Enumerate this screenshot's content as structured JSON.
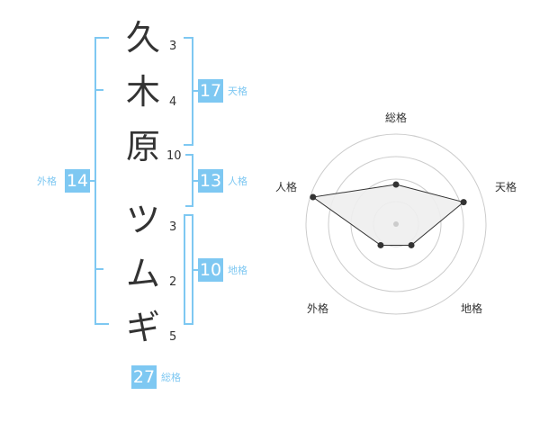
{
  "name_chars": [
    {
      "char": "久",
      "strokes": "3"
    },
    {
      "char": "木",
      "strokes": "4"
    },
    {
      "char": "原",
      "strokes": "10"
    },
    {
      "char": "ツ",
      "strokes": "3"
    },
    {
      "char": "ム",
      "strokes": "2"
    },
    {
      "char": "ギ",
      "strokes": "5"
    }
  ],
  "scores": {
    "tenkaku": {
      "value": "17",
      "label": "天格"
    },
    "jinkaku": {
      "value": "13",
      "label": "人格"
    },
    "chikaku": {
      "value": "10",
      "label": "地格"
    },
    "gaikaku": {
      "value": "14",
      "label": "外格"
    },
    "soukaku": {
      "value": "27",
      "label": "総格"
    }
  },
  "radar": {
    "labels": {
      "top": "総格",
      "right": "天格",
      "bottom_right": "地格",
      "bottom_left": "外格",
      "left": "人格"
    },
    "levels": 4,
    "values": {
      "soukaku": 0.44,
      "tenkaku": 0.79,
      "chikaku": 0.29,
      "gaikaku": 0.29,
      "jinkaku": 0.97
    },
    "colors": {
      "ring": "#cccccc",
      "fill": "#eeeeee",
      "line": "#333333",
      "center": "#cccccc"
    }
  },
  "accent_color": "#7ec8f2"
}
